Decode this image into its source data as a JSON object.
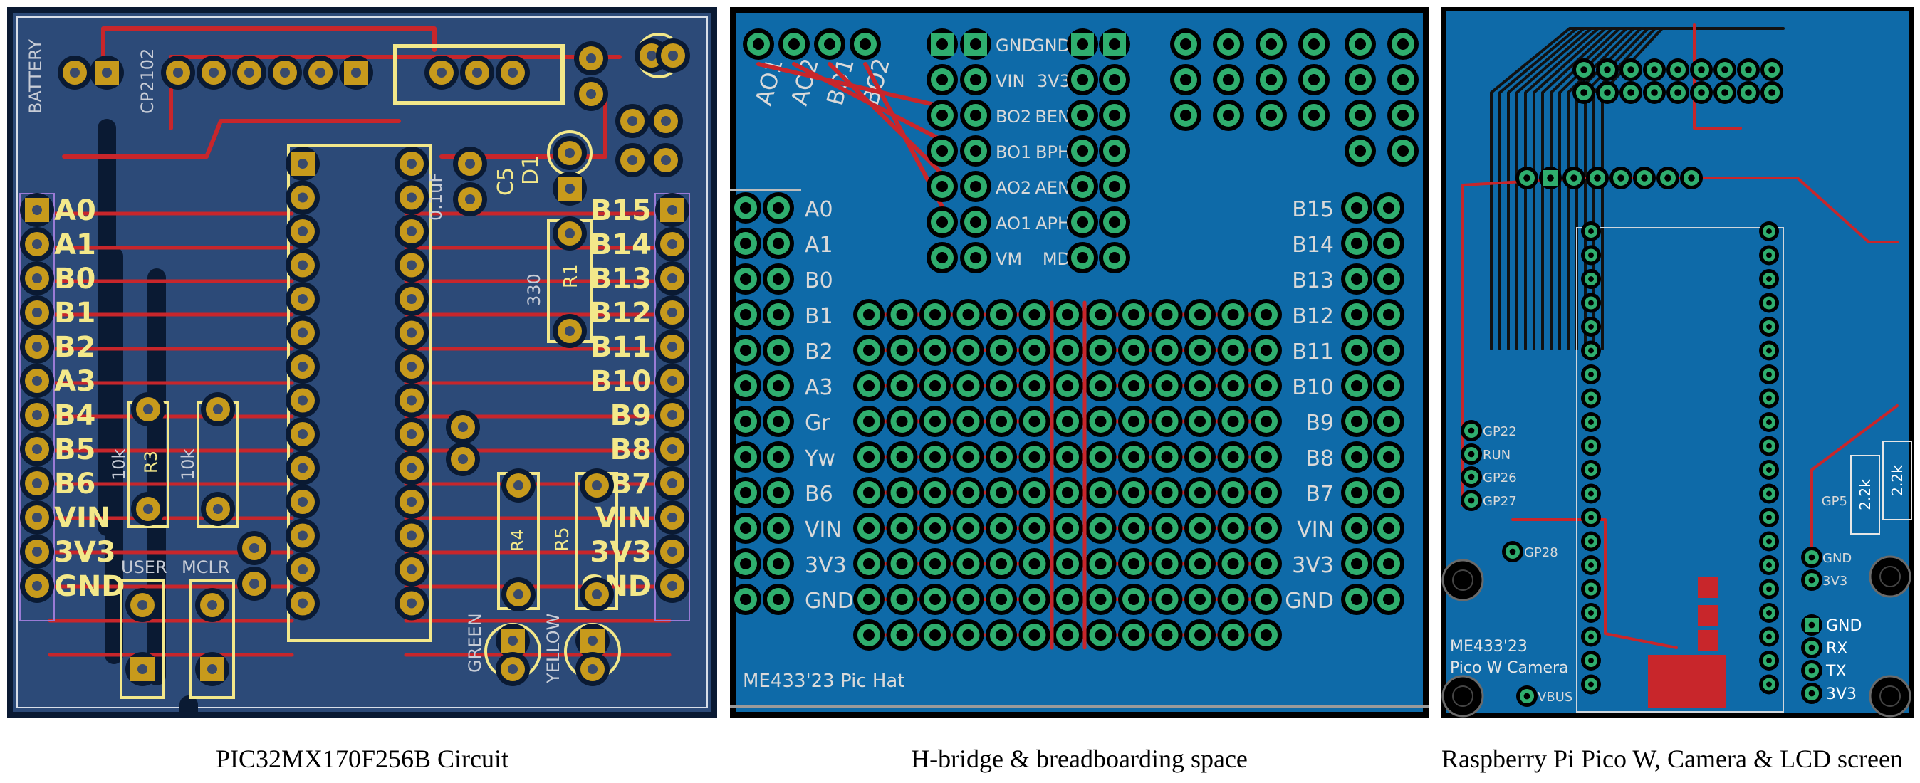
{
  "captions": [
    "PIC32MX170F256B Circuit",
    "H-bridge & breadboarding space",
    "Raspberry Pi Pico W, Camera & LCD screen"
  ],
  "colors": {
    "p1_board": "#2c4a78",
    "p1_silk": "#f3e88a",
    "p2_board": "#0e6aa8",
    "p3_board": "#0e6aa8",
    "copper": "#c8262b",
    "pad_green": "#2fae6e",
    "pad_gold": "#c79a1c"
  },
  "p1": {
    "top_labels": [
      "BATTERY",
      "CP2102"
    ],
    "left_labels": [
      "A0",
      "A1",
      "B0",
      "B1",
      "B2",
      "A3",
      "B4",
      "B5",
      "B6",
      "VIN",
      "3V3",
      "GND"
    ],
    "right_labels": [
      "B15",
      "B14",
      "B13",
      "B12",
      "B11",
      "B10",
      "B9",
      "B8",
      "B7",
      "VIN",
      "3V3",
      "GND"
    ],
    "components": {
      "cap": "0.1uF",
      "c5": "C5",
      "d1": "D1",
      "r1": "R1",
      "r1_val": "330",
      "r3": "R3",
      "r3_val": "10k",
      "r2_val": "10k",
      "r4": "R4",
      "r5": "R5",
      "user": "USER",
      "mclr": "MCLR",
      "green": "GREEN",
      "yellow": "YELLOW"
    }
  },
  "p2": {
    "top_labels": [
      "AO1",
      "AO2",
      "BO1",
      "BO2"
    ],
    "hbridge_left": [
      "GND",
      "VIN",
      "BO2",
      "BO1",
      "AO2",
      "AO1",
      "VM"
    ],
    "hbridge_right": [
      "GND",
      "3V3",
      "BEN",
      "BPH",
      "AEN",
      "APH",
      "MD"
    ],
    "left_labels": [
      "A0",
      "A1",
      "B0",
      "B1",
      "B2",
      "A3",
      "Gr",
      "Yw",
      "B6",
      "VIN",
      "3V3",
      "GND"
    ],
    "right_labels": [
      "B15",
      "B14",
      "B13",
      "B12",
      "B11",
      "B10",
      "B9",
      "B8",
      "B7",
      "VIN",
      "3V3",
      "GND"
    ],
    "footer": "ME433'23 Pic Hat"
  },
  "p3": {
    "left_labels": [
      "GP22",
      "RUN",
      "GP26",
      "GP27",
      "GP28"
    ],
    "right_labels": [
      "GP5",
      "GND",
      "3V3"
    ],
    "uart_labels": [
      "GND",
      "RX",
      "TX",
      "3V3"
    ],
    "vbus": "VBUS",
    "resistors": [
      "2.2k",
      "2.2k"
    ],
    "footer_line1": "ME433'23",
    "footer_line2": "Pico W Camera"
  }
}
